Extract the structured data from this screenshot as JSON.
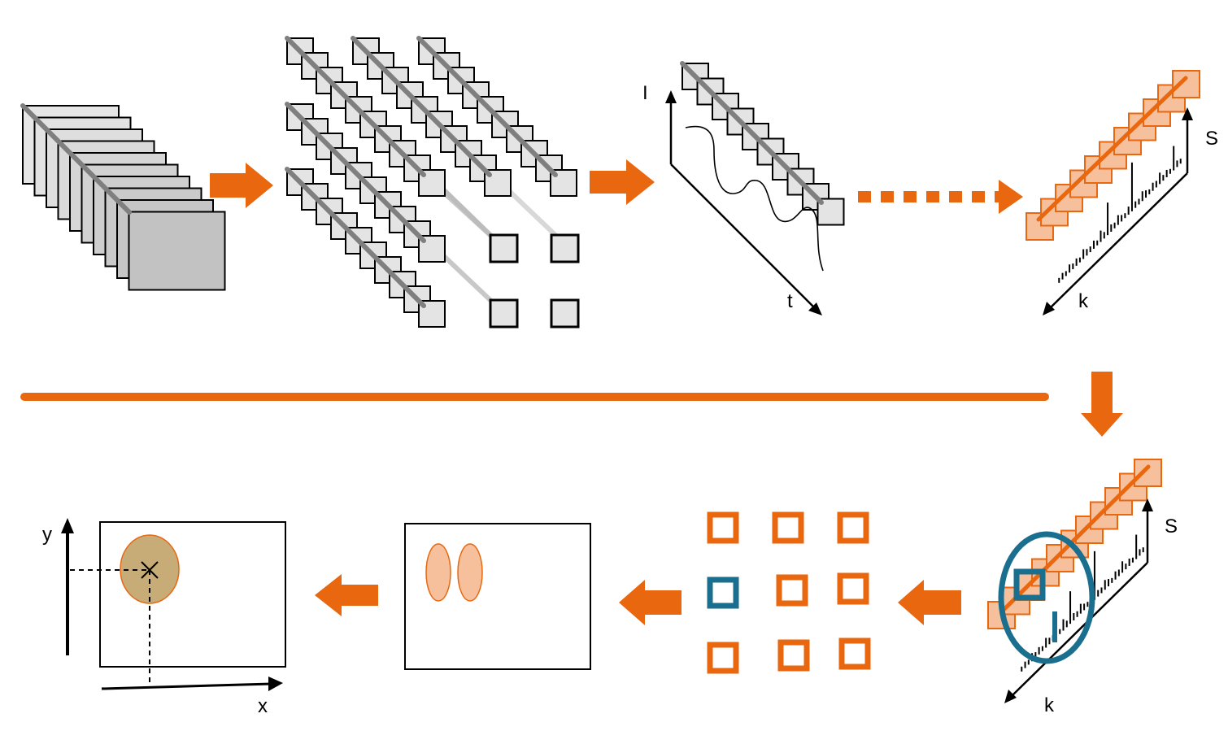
{
  "colors": {
    "orange": "#e8670f",
    "orange_fill": "#f6c09c",
    "gray_fill": "#e4e4e4",
    "gray_line": "#7f7f7f",
    "blue": "#1a6e8e",
    "brown_fill": "#c8ac78",
    "black": "#000000"
  },
  "labels": {
    "intensity_axis": "I",
    "time_axis": "t",
    "score_axis_1": "S",
    "k_axis_1": "k",
    "score_axis_2": "S",
    "k_axis_2": "k",
    "y_axis": "y",
    "x_axis": "x"
  },
  "icons": {
    "forward_arrow": "right-arrow-icon",
    "back_arrow": "left-arrow-icon",
    "down_arrow": "down-arrow-icon",
    "marker": "cross-icon"
  }
}
